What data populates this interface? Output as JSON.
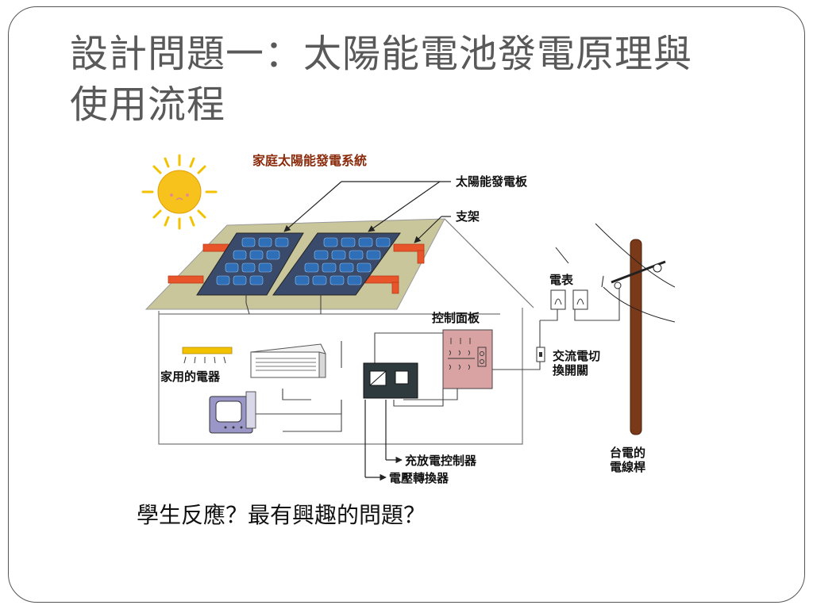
{
  "slide": {
    "title": "設計問題一：太陽能電池發電原理與使用流程",
    "caption": "學生反應？最有興趣的問題？"
  },
  "diagram": {
    "heading": "家庭太陽能發電系統",
    "labels": {
      "solar_panel": "太陽能發電板",
      "bracket": "支架",
      "meter": "電表",
      "control_panel": "控制面板",
      "appliances": "家用的電器",
      "ac_switch_line1": "交流電切",
      "ac_switch_line2": "換開關",
      "charge_controller": "充放電控制器",
      "inverter": "電壓轉換器",
      "pole_line1": "台電的",
      "pole_line2": "電線桿"
    },
    "colors": {
      "heading": "#8a2a0a",
      "roof": "#c9c69b",
      "panel_frame": "#3a4a6a",
      "cell": "#2f6fb8",
      "bracket": "#e8552a",
      "sun": "#f7c21c",
      "control_panel": "#d9a3a3",
      "pole": "#7a3a1a"
    },
    "icons": [
      "sun-icon",
      "light-fixture-icon",
      "air-conditioner-icon",
      "television-icon",
      "utility-pole-icon"
    ]
  }
}
